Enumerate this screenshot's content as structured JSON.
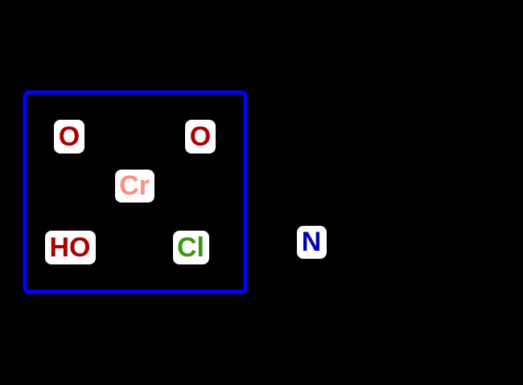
{
  "colors": {
    "background": "#000000",
    "bond": "#000000",
    "bracket": "#0000ff",
    "oxygen": "#aa0000",
    "chromium": "#ff8f7f",
    "chlorine": "#3c9616",
    "nitrogen": "#0000b4",
    "label_halo": "#ffffff"
  },
  "molecule": {
    "complex_bracket": {
      "atoms": [
        {
          "id": "o_top_left",
          "label": "O",
          "element": "oxygen"
        },
        {
          "id": "o_top_right",
          "label": "O",
          "element": "oxygen"
        },
        {
          "id": "cr",
          "label": "Cr",
          "element": "chromium"
        },
        {
          "id": "ho",
          "label": "HO",
          "element": "oxygen"
        },
        {
          "id": "cl",
          "label": "Cl",
          "element": "chlorine"
        }
      ]
    },
    "counter_ion": {
      "atoms": [
        {
          "id": "n",
          "label": "N",
          "element": "nitrogen"
        }
      ]
    }
  }
}
